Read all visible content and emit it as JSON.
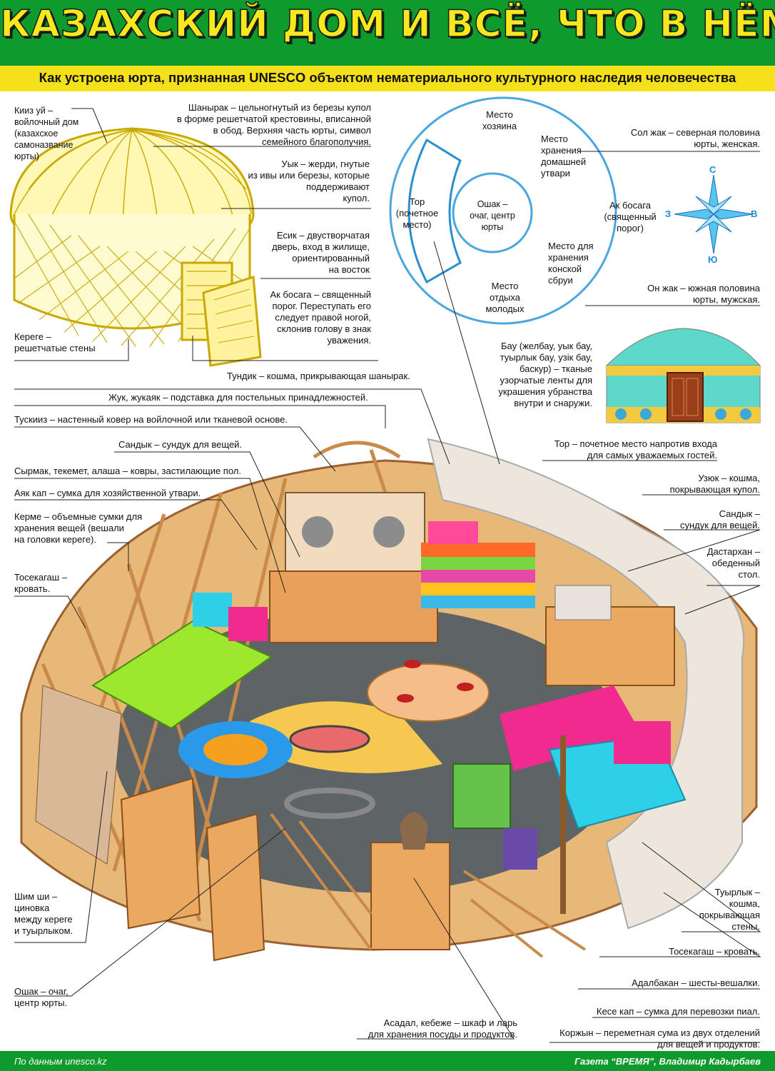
{
  "header": {
    "title": "КАЗАХСКИЙ ДОМ И ВСЁ, ЧТО В НЁМ",
    "subtitle": "Как устроена юрта, признанная UNESCO объектом нематериального культурного наследия человечества"
  },
  "colors": {
    "header_green": "#0f9a2e",
    "title_yellow": "#f6e81e",
    "subtitle_yellow": "#f4e11b",
    "compass_blue": "#1a8fd8"
  },
  "frame_labels": {
    "kiiz_ui": "Кииз уй –\nвойлочный дом\n(казахское\nсамоназвание\nюрты)",
    "shanyrak": "Шанырак – цельногнутый из березы купол\nв форме решетчатой крестовины, вписанной\nв обод.  Верхняя часть юрты, символ\nсемейного благополучия.",
    "uyk": "Уык – жерди, гнутые\nиз ивы или березы, которые\nподдерживают\nкупол.",
    "esik": "Есик – двустворчатая\nдверь, вход в жилище,\nориентированный\nна восток",
    "ak_bosaga": "Ак босага – священный\nпорог.  Переступать его\nследует правой ногой,\nсклонив голову в знак\nуважения.",
    "kerege": "Кереге –\nрешетчатые стены"
  },
  "plan_labels": {
    "master": "Место\nхозяина",
    "utensils": "Место\nхранения\nдомашней\nутвари",
    "tor": "Тор\n(почетное\nместо)",
    "oshak": "Ошак –\nочаг, центр\nюрты",
    "ak_bosaga": "Ак босага\n(священный\nпорог)",
    "harness": "Место для\nхранения\nконской\nсбруи",
    "youth": "Место\nотдыха\nмолодых",
    "sol_zhak": "Сол жак – северная половина\nюрты, женская.",
    "on_zhak": "Он жак – южная половина\nюрты, мужская."
  },
  "compass": {
    "n": "С",
    "s": "Ю",
    "w": "З",
    "e": "В"
  },
  "bau_label": "Бау (желбау, уык бау,\nтуырлык бау, узік бау,\nбаскур) – тканые\nузорчатые ленты для\nукрашения убранства\nвнутри и снаружи.",
  "interior_left": {
    "tundik": "Тундик – кошма, прикрывающая шанырак.",
    "zhuk": "Жук, жукаяк – подставка для постельных принадлежностей.",
    "tuskiiz": "Тускииз – настенный ковер на войлочной или тканевой основе.",
    "sandyk": "Сандык – сундук для вещей.",
    "syrmak": "Сырмак, текемет, алаша – ковры, застилающие пол.",
    "ayak_kap": "Аяк кап – сумка для хозяйственной утвари.",
    "kerme": "Керме – объемные сумки для\nхранения вещей (вешали\nна головки кереге).",
    "tosekagash": "Тосекагаш –\nкровать.",
    "shim_shi": "Шим ши –\nциновка\nмежду кереге\nи туырлыком.",
    "oshak": "Ошак – очаг,\nцентр юрты.",
    "asadal": "Асадал, кебеже – шкаф и ларь\nдля хранения посуды и продуктов."
  },
  "interior_right": {
    "tor": "Тор – почетное место напротив входа\nдля самых уважаемых гостей.",
    "uzyuk": "Узюк – кошма,\nпокрывающая купол.",
    "sandyk": "Сандык –\nсундук для вещей.",
    "dastarkhan": "Дастархан –\nобеденный\nстол.",
    "tuyrlyk": "Туырлык –\nкошма,\nпокрывающая\nстены.",
    "tosekagash": "Тосекагаш – кровать.",
    "adalbakan": "Адалбакан – шесты-вешалки.",
    "kese_kap": "Кесе кап – сумка для перевозки пиал.",
    "korzhyn": "Коржын – переметная сума из двух отделений\nдля вещей и продуктов."
  },
  "footer": {
    "source": "По данным unesco.kz",
    "credit": "Газета “ВРЕМЯ”, Владимир Кадырбаев"
  }
}
